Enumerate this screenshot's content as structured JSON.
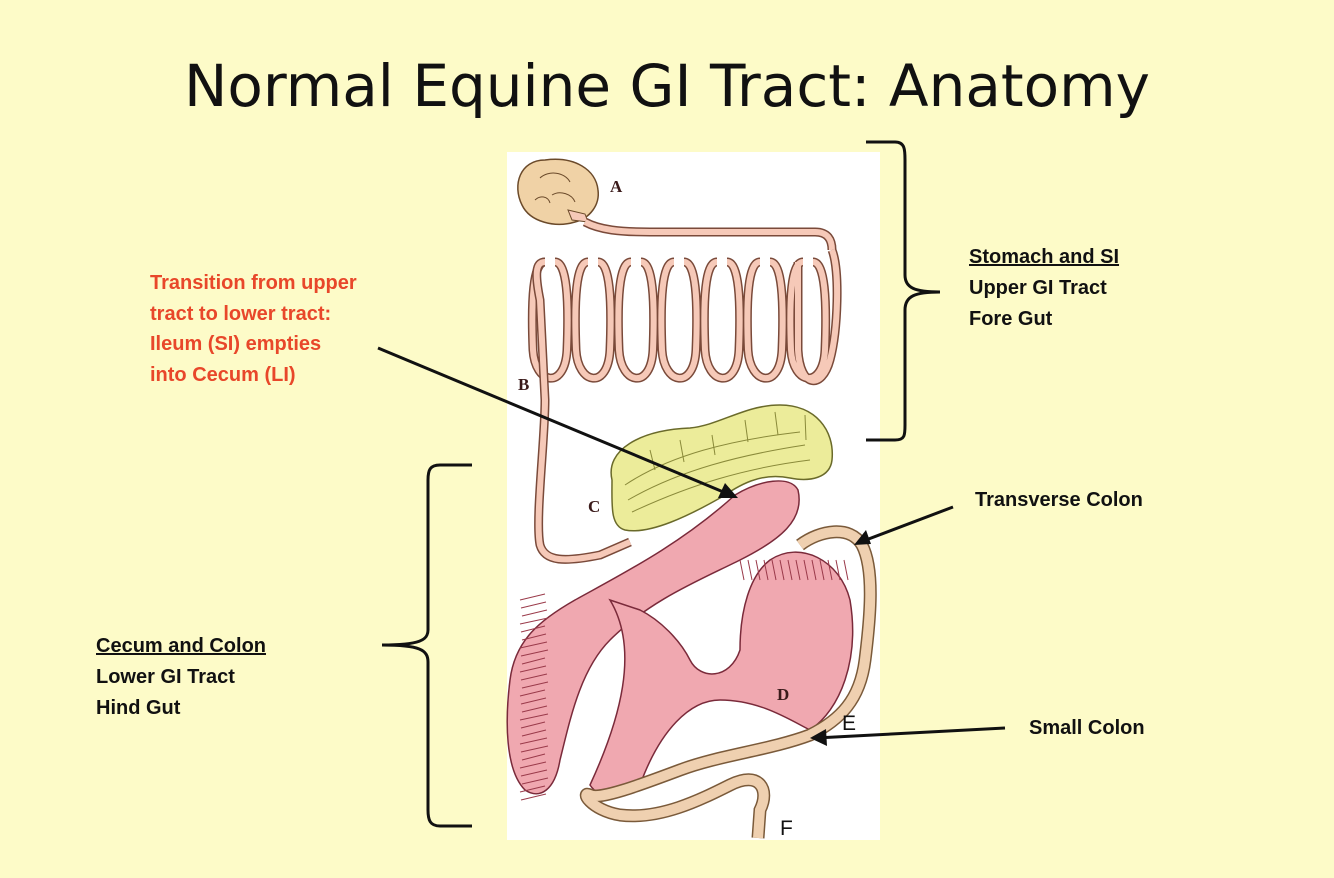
{
  "title": "Normal Equine GI Tract: Anatomy",
  "upper_group": {
    "heading": "Stomach and SI",
    "line1": "Upper GI Tract",
    "line2": "Fore Gut"
  },
  "lower_group": {
    "heading": "Cecum and Colon",
    "line1": "Lower GI Tract",
    "line2": "Hind Gut"
  },
  "transition_note": {
    "line1": "Transition from upper",
    "line2": "tract to lower tract:",
    "line3": "Ileum (SI) empties",
    "line4": "into Cecum (LI)",
    "color": "#e8472a"
  },
  "callouts": {
    "transverse_colon": "Transverse Colon",
    "small_colon": "Small Colon"
  },
  "letters": {
    "a": "A",
    "b": "B",
    "c": "C",
    "d": "D",
    "e": "E",
    "f": "F"
  },
  "colors": {
    "background": "#fdfbc8",
    "stomach": "#f0d2a6",
    "small_intestine": "#f6c9b8",
    "cecum": "#ecec9a",
    "large_colon": "#f0a8b0",
    "small_colon": "#efd0b0"
  }
}
